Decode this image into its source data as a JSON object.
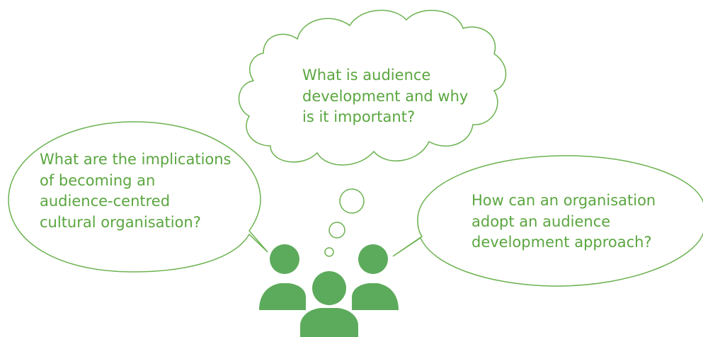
{
  "colors": {
    "accent_text": "#5aa63f",
    "outline": "#6bb24f",
    "people_fill": "#5cab5c"
  },
  "cloud_bubble": {
    "lines": [
      "What is audience",
      "development and why",
      "is it important?"
    ]
  },
  "left_bubble": {
    "lines": [
      "What are the implications",
      "of becoming an",
      "audience-centred",
      "cultural organisation?"
    ]
  },
  "right_bubble": {
    "lines": [
      "How can an organisation",
      "adopt an audience",
      "development approach?"
    ]
  },
  "icons": {
    "people": "people-group-icon",
    "thought": "thought-bubble-icon"
  }
}
